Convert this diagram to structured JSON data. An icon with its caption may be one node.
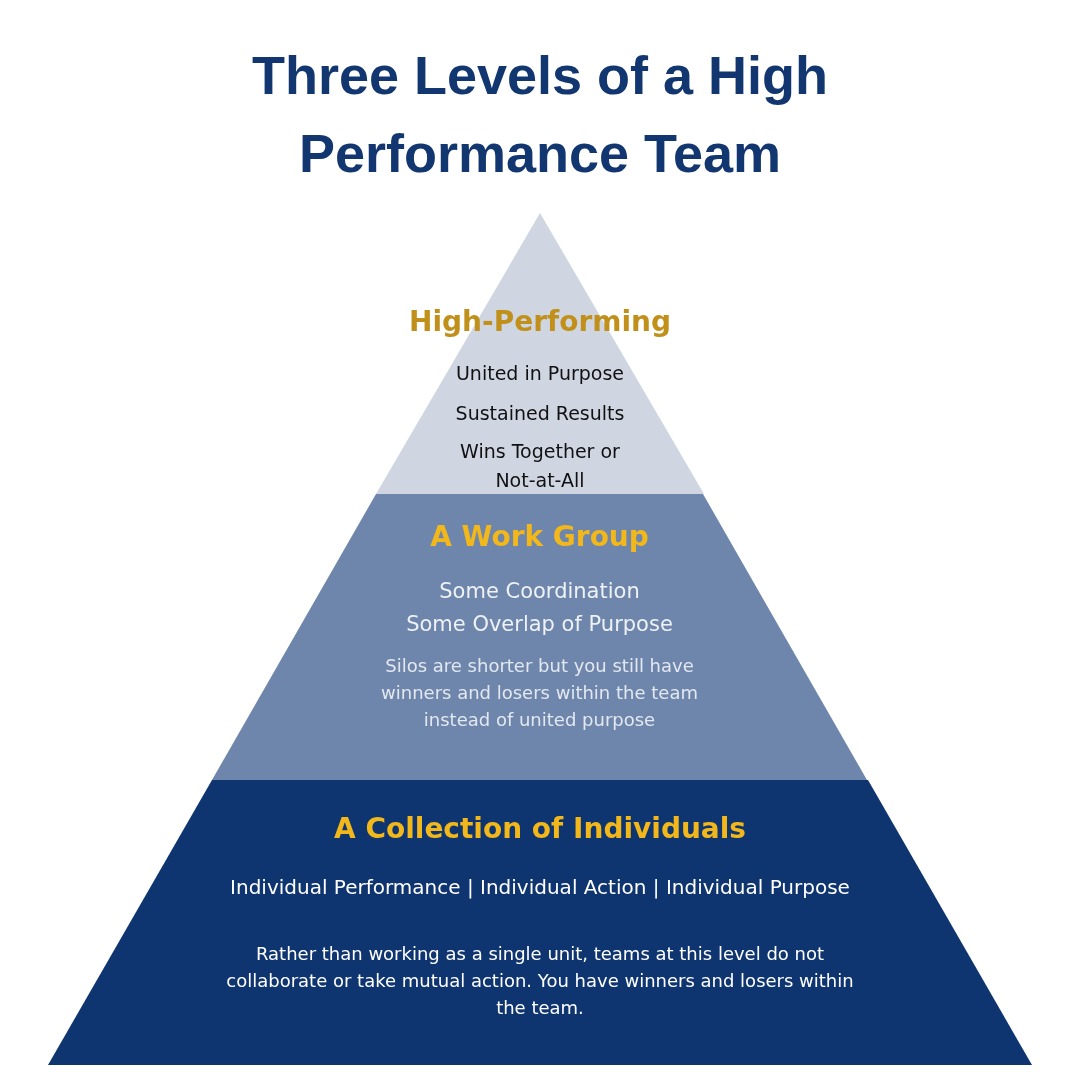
{
  "diagram": {
    "title": "Three Levels of a High Performance Team",
    "nodes": [
      {
        "text": [
          "High-Performing",
          "United in Purpose",
          "Sustained Results",
          "Wins Together or Not-at-All"
        ]
      },
      {
        "text": [
          "A Work Group",
          "Some Coordination",
          "Some Overlap of Purpose",
          "Silos are shorter but you still have winners and losers within the team instead of united purpose"
        ]
      },
      {
        "text": [
          "A Collection of Individuals",
          "Individual Performance | Individual Action | Individual Purpose",
          "Rather than working as a single unit, teams at this level do not collaborate or take mutual action. You have winners and losers within the team."
        ]
      }
    ],
    "edges": []
  }
}
